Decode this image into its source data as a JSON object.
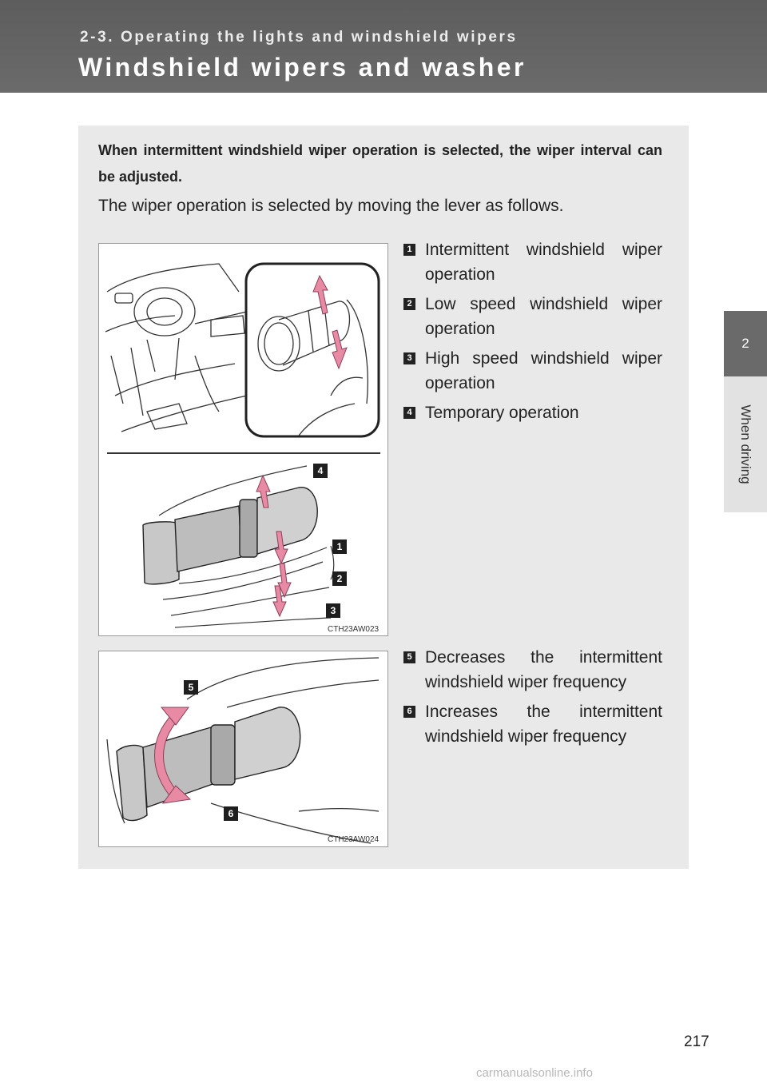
{
  "header": {
    "section_label": "2-3. Operating the lights and windshield wipers",
    "title": "Windshield wipers and washer"
  },
  "side_tab": {
    "chapter_number": "2",
    "chapter_label": "When driving"
  },
  "content": {
    "intro": "When intermittent windshield wiper operation is selected, the wiper interval can be adjusted.",
    "selection_note": "The wiper operation is selected by moving the lever as follows.",
    "figure1": {
      "code": "CTH23AW023",
      "callouts": [
        "4",
        "1",
        "2",
        "3"
      ]
    },
    "figure2": {
      "code": "CTH23AW024",
      "callouts": [
        "5",
        "6"
      ]
    },
    "operations": [
      {
        "number": "1",
        "text": "Intermittent windshield wiper operation"
      },
      {
        "number": "2",
        "text": "Low speed windshield wiper operation"
      },
      {
        "number": "3",
        "text": "High speed windshield wiper operation"
      },
      {
        "number": "4",
        "text": "Temporary operation"
      }
    ],
    "frequency": [
      {
        "number": "5",
        "text": "Decreases the intermittent windshield wiper frequency"
      },
      {
        "number": "6",
        "text": "Increases the intermittent windshield wiper frequency"
      }
    ]
  },
  "footer": {
    "page_number": "217",
    "watermark": "carmanualsonline.info"
  },
  "colors": {
    "header_bg": "#636363",
    "panel_bg": "#e9e9e9",
    "arrow_pink": "#e98aa5",
    "badge": "#1e1e1e"
  }
}
